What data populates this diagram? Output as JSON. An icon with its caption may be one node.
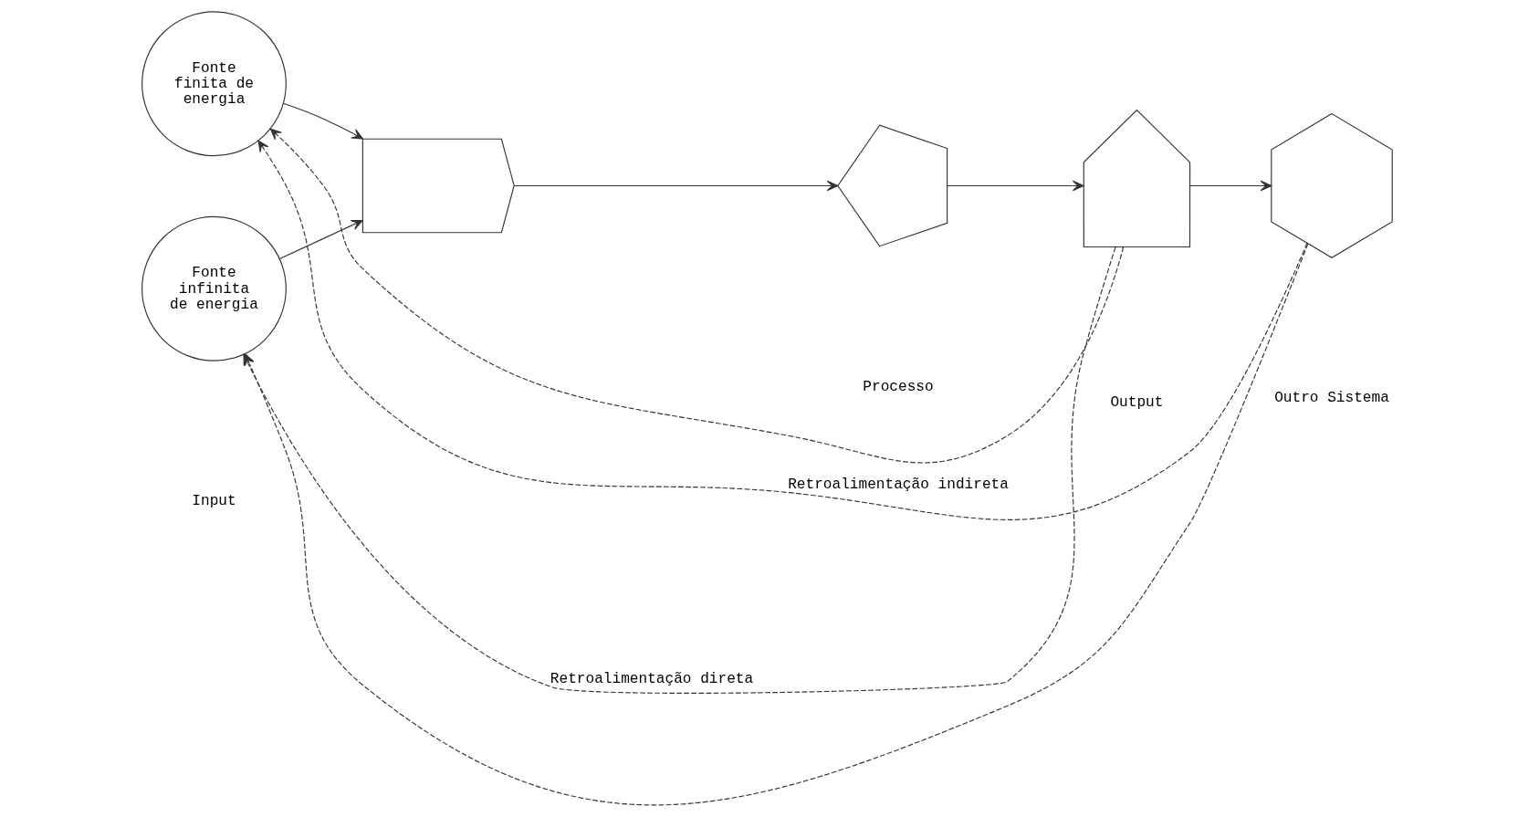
{
  "diagram": {
    "nodes": [
      {
        "text": [
          "Fonte finita de energia"
        ]
      },
      {
        "text": [
          "Fonte infinita de energia"
        ]
      },
      {
        "text": [],
        "shape": "chevron"
      },
      {
        "text": [],
        "shape": "pentagon"
      },
      {
        "text": [],
        "shape": "house"
      },
      {
        "text": [],
        "shape": "hexagon"
      }
    ],
    "edges": [
      {
        "from": 0,
        "to": 2,
        "arrow": "to"
      },
      {
        "from": 1,
        "to": 2,
        "arrow": "to"
      },
      {
        "from": 2,
        "to": 3,
        "arrow": "to"
      },
      {
        "from": 3,
        "to": 4,
        "arrow": "to"
      },
      {
        "from": 4,
        "to": 5,
        "arrow": "to"
      },
      {
        "from": 5,
        "to": 0,
        "arrow": "to",
        "style": "dashed",
        "label": "Retroalimentação indireta"
      },
      {
        "from": 5,
        "to": 1,
        "arrow": "to",
        "style": "dashed"
      },
      {
        "from": 4,
        "to": 0,
        "arrow": "to",
        "style": "dashed"
      },
      {
        "from": 4,
        "to": 1,
        "arrow": "to",
        "style": "dashed",
        "label": "Retroalimentação direta"
      }
    ],
    "labels": [
      "Input",
      "Processo",
      "Output",
      "Outro Sistema"
    ]
  }
}
